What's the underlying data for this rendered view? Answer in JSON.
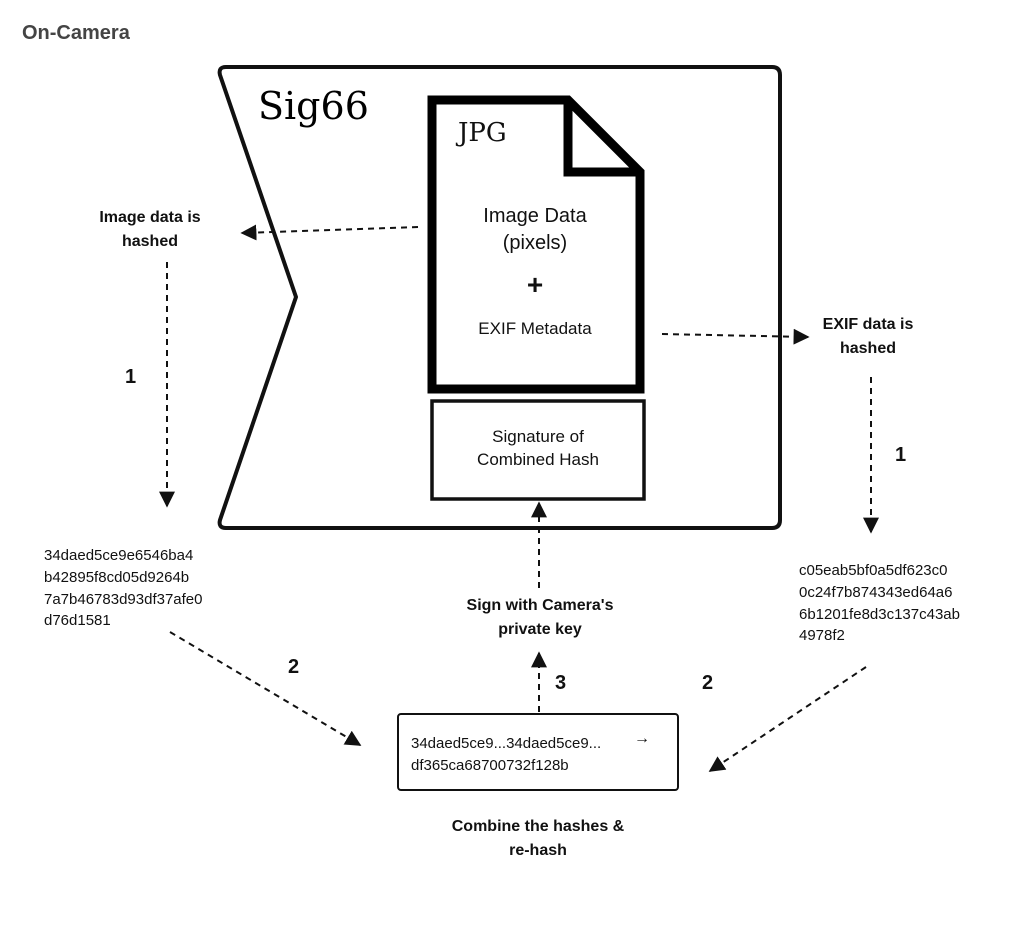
{
  "heading": "On-Camera",
  "camera": {
    "brand": "Sig66",
    "file_type": "JPG",
    "image_data": "Image Data (pixels)",
    "plus": "+",
    "exif_metadata": "EXIF Metadata",
    "signature": "Signature of Combined Hash"
  },
  "left_branch": {
    "label": "Image data is hashed",
    "step": "1",
    "hash_lines": [
      "34daed5ce9e6546ba4",
      "b42895f8cd05d9264b",
      "7a7b46783d93df37afe0",
      "d76d1581"
    ],
    "step2": "2"
  },
  "right_branch": {
    "label": "EXIF data is hashed",
    "step": "1",
    "hash_lines": [
      "c05eab5bf0a5df623c0",
      "0c24f7b874343ed64a6",
      "6b1201fe8d3c137c43ab",
      "4978f2"
    ],
    "step2": "2"
  },
  "combine": {
    "line1": "34daed5ce9...34daed5ce9...",
    "arrow": "→",
    "line2": "df365ca68700732f128b",
    "label": "Combine the hashes & re-hash",
    "step": "3"
  },
  "sign": {
    "label": "Sign with Camera's private key"
  }
}
